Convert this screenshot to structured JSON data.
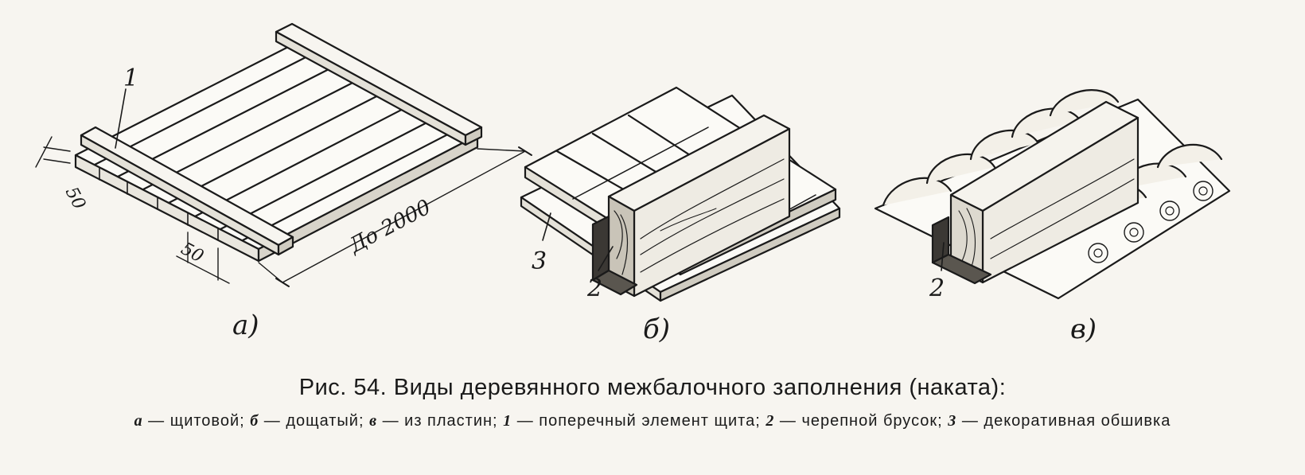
{
  "figure": {
    "panel_a": {
      "letter": "а)",
      "label_1": "1",
      "dim_thickness": "50",
      "dim_width": "50",
      "dim_length": "До 2000"
    },
    "panel_b": {
      "letter": "б)",
      "label_2": "2",
      "label_3": "3"
    },
    "panel_v": {
      "letter": "в)",
      "label_2": "2"
    }
  },
  "caption": {
    "title": "Рис. 54. Виды деревянного межбалочного заполнения (наката):",
    "legend": [
      {
        "key": "а",
        "text": " — щитовой; "
      },
      {
        "key": "б",
        "text": " — дощатый; "
      },
      {
        "key": "в",
        "text": " — из пластин; "
      },
      {
        "key": "1",
        "text": " — поперечный элемент щита; "
      },
      {
        "key": "2",
        "text": " — черепной брусок; "
      },
      {
        "key": "3",
        "text": " — декоративная обшивка"
      }
    ]
  }
}
